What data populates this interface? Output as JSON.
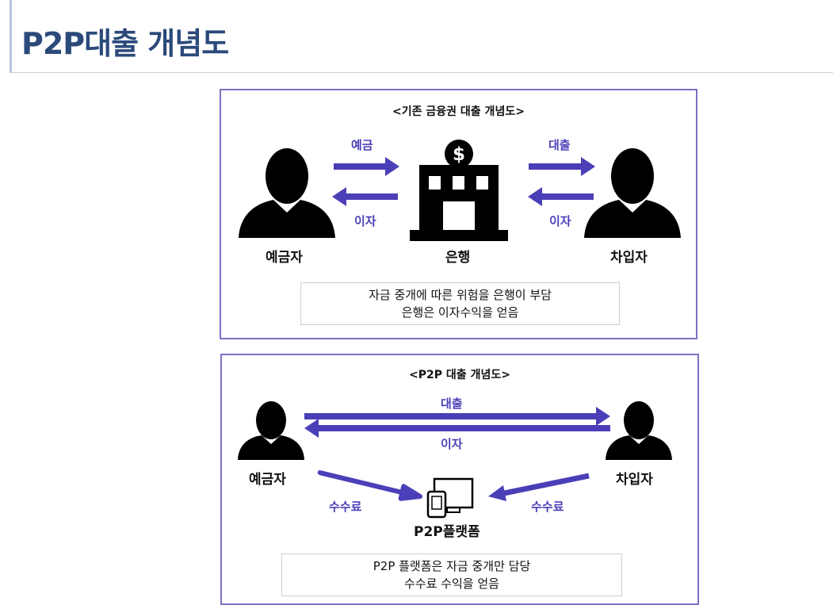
{
  "header": {
    "title": "P2P대출 개념도"
  },
  "colors": {
    "arrow": "#4b3fb8",
    "panel_border": "#7b72c2",
    "title": "#2b4a7a",
    "icon": "#000000"
  },
  "traditional": {
    "title": "<기존 금융권 대출 개념도>",
    "depositor_label": "예금자",
    "bank_label": "은행",
    "borrower_label": "차입자",
    "bank_sign": "$",
    "arrow_deposit": "예금",
    "arrow_interest_left": "이자",
    "arrow_loan": "대출",
    "arrow_interest_right": "이자",
    "note_lines": [
      "자금 중개에 따른 위험을 은행이 부담",
      "은행은 이자수익을 얻음"
    ]
  },
  "p2p": {
    "title": "<P2P 대출 개념도>",
    "depositor_label": "예금자",
    "borrower_label": "차입자",
    "platform_label": "P2P플랫폼",
    "arrow_loan": "대출",
    "arrow_interest": "이자",
    "fee_left": "수수료",
    "fee_right": "수수료",
    "note_lines": [
      "P2P 플랫폼은 자금 중개만 담당",
      "수수료 수익을 얻음"
    ]
  }
}
